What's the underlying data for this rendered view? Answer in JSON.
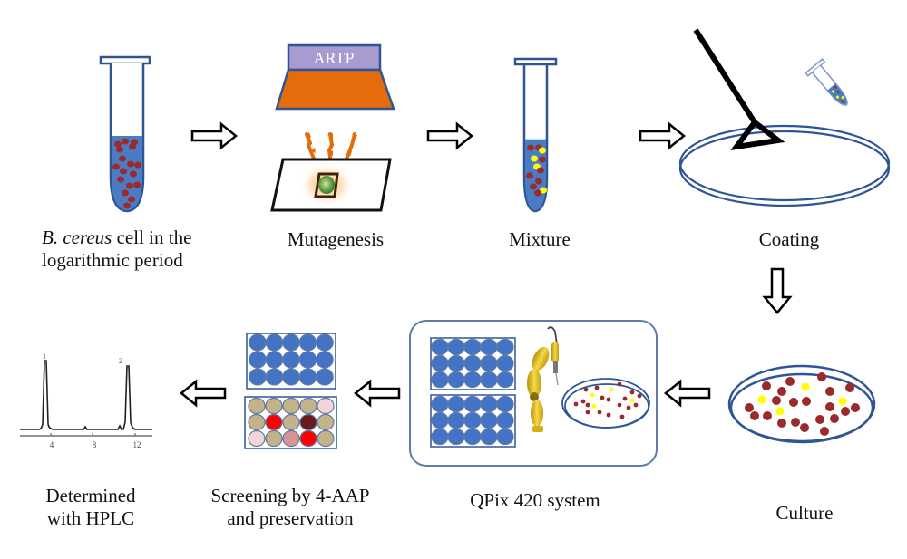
{
  "diagram": {
    "title": "ARTP mutagenesis and high-throughput screening workflow for B. cereus",
    "colors": {
      "tube_outline": "#2f5597",
      "liquid": "#4a7cc4",
      "cell_red": "#9b2a2a",
      "cell_yellow": "#ffff00",
      "artp_top": "#a99ad0",
      "artp_base": "#e46c0a",
      "well_blue": "#4472c4",
      "well_tan": "#c4b38a",
      "well_red": "#ff0000",
      "well_darkred": "#6b1a1a",
      "well_pink": "#f3d5d9",
      "well_salmon": "#d99594",
      "robot_yellow": "#e8c21b",
      "arrow_stroke": "#000000"
    },
    "steps": [
      {
        "id": "cell",
        "label_italic": "B. cereus",
        "label_line1_rest": " cell in the",
        "label_line2": "logarithmic period"
      },
      {
        "id": "mutagenesis",
        "label": "Mutagenesis",
        "device_text": "ARTP"
      },
      {
        "id": "mixture",
        "label": "Mixture"
      },
      {
        "id": "coating",
        "label": "Coating"
      },
      {
        "id": "culture",
        "label": "Culture"
      },
      {
        "id": "qpix",
        "label": "QPix 420 system"
      },
      {
        "id": "screening",
        "label_line1": "Screening by 4-AAP",
        "label_line2": "and preservation"
      },
      {
        "id": "hplc",
        "label_line1": "Determined",
        "label_line2": "with HPLC"
      }
    ],
    "hplc_chart": {
      "x_ticks": [
        "4",
        "8",
        "12"
      ],
      "peak_labels": [
        "1",
        "2"
      ]
    },
    "screening_plate_colors": [
      [
        "tan",
        "tan",
        "tan",
        "tan",
        "pink"
      ],
      [
        "tan",
        "red",
        "tan",
        "darkred",
        "tan"
      ],
      [
        "pink",
        "tan",
        "salmon",
        "red",
        "tan"
      ]
    ],
    "arrows": [
      {
        "from": "cell",
        "to": "mutagenesis",
        "direction": "right"
      },
      {
        "from": "mutagenesis",
        "to": "mixture",
        "direction": "right"
      },
      {
        "from": "mixture",
        "to": "coating",
        "direction": "right"
      },
      {
        "from": "coating",
        "to": "culture",
        "direction": "down"
      },
      {
        "from": "culture",
        "to": "qpix",
        "direction": "left"
      },
      {
        "from": "qpix",
        "to": "screening",
        "direction": "left"
      },
      {
        "from": "screening",
        "to": "hplc",
        "direction": "left"
      }
    ]
  }
}
